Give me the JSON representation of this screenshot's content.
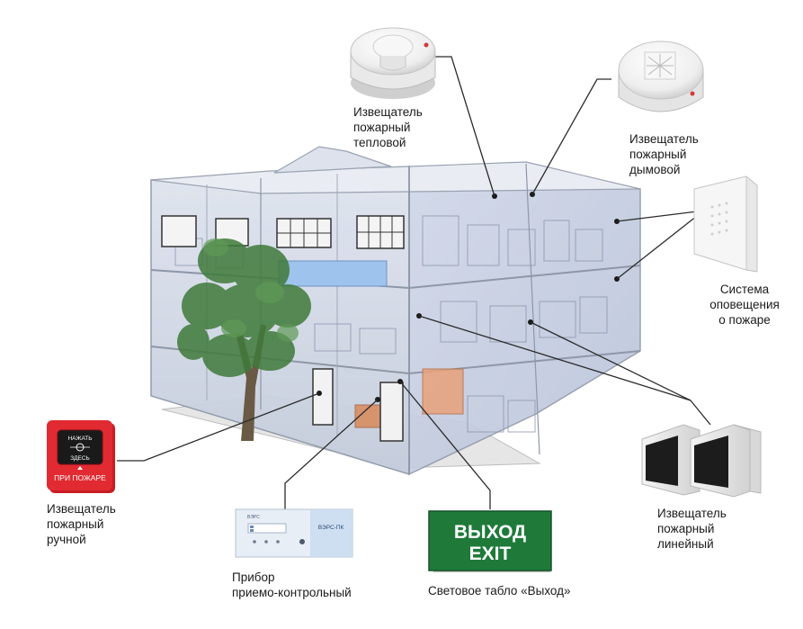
{
  "labels": {
    "heat": [
      "Извещатель",
      "пожарный",
      "тепловой"
    ],
    "smoke": [
      "Извещатель",
      "пожарный",
      "дымовой"
    ],
    "alarm": [
      "Система",
      "оповещения",
      "о пожаре"
    ],
    "manual": [
      "Извещатель",
      "пожарный",
      "ручной"
    ],
    "panel": [
      "Прибор",
      "приемо-контрольный"
    ],
    "exit_sign": "Световое табло «Выход»",
    "beam": [
      "Извещатель",
      "пожарный",
      "линейный"
    ]
  },
  "devices": {
    "manual_call_point": {
      "top_text": [
        "НАЖАТЬ",
        "ЗДЕСЬ"
      ],
      "bottom_text": "ПРИ ПОЖАРЕ",
      "color": "#d9222a"
    },
    "control_panel": {
      "brand": "ВЭРС",
      "model": "ВЭРС-ПК",
      "color": "#dfe8f2"
    },
    "exit_sign": {
      "line1": "ВЫХОД",
      "line2": "EXIT",
      "color": "#1f7a3a"
    }
  },
  "colors": {
    "building_glass": "#c9d3e6",
    "building_frame": "#8e97a8",
    "tree": "#3f7a3a",
    "leader_line": "#2b2b2b"
  }
}
